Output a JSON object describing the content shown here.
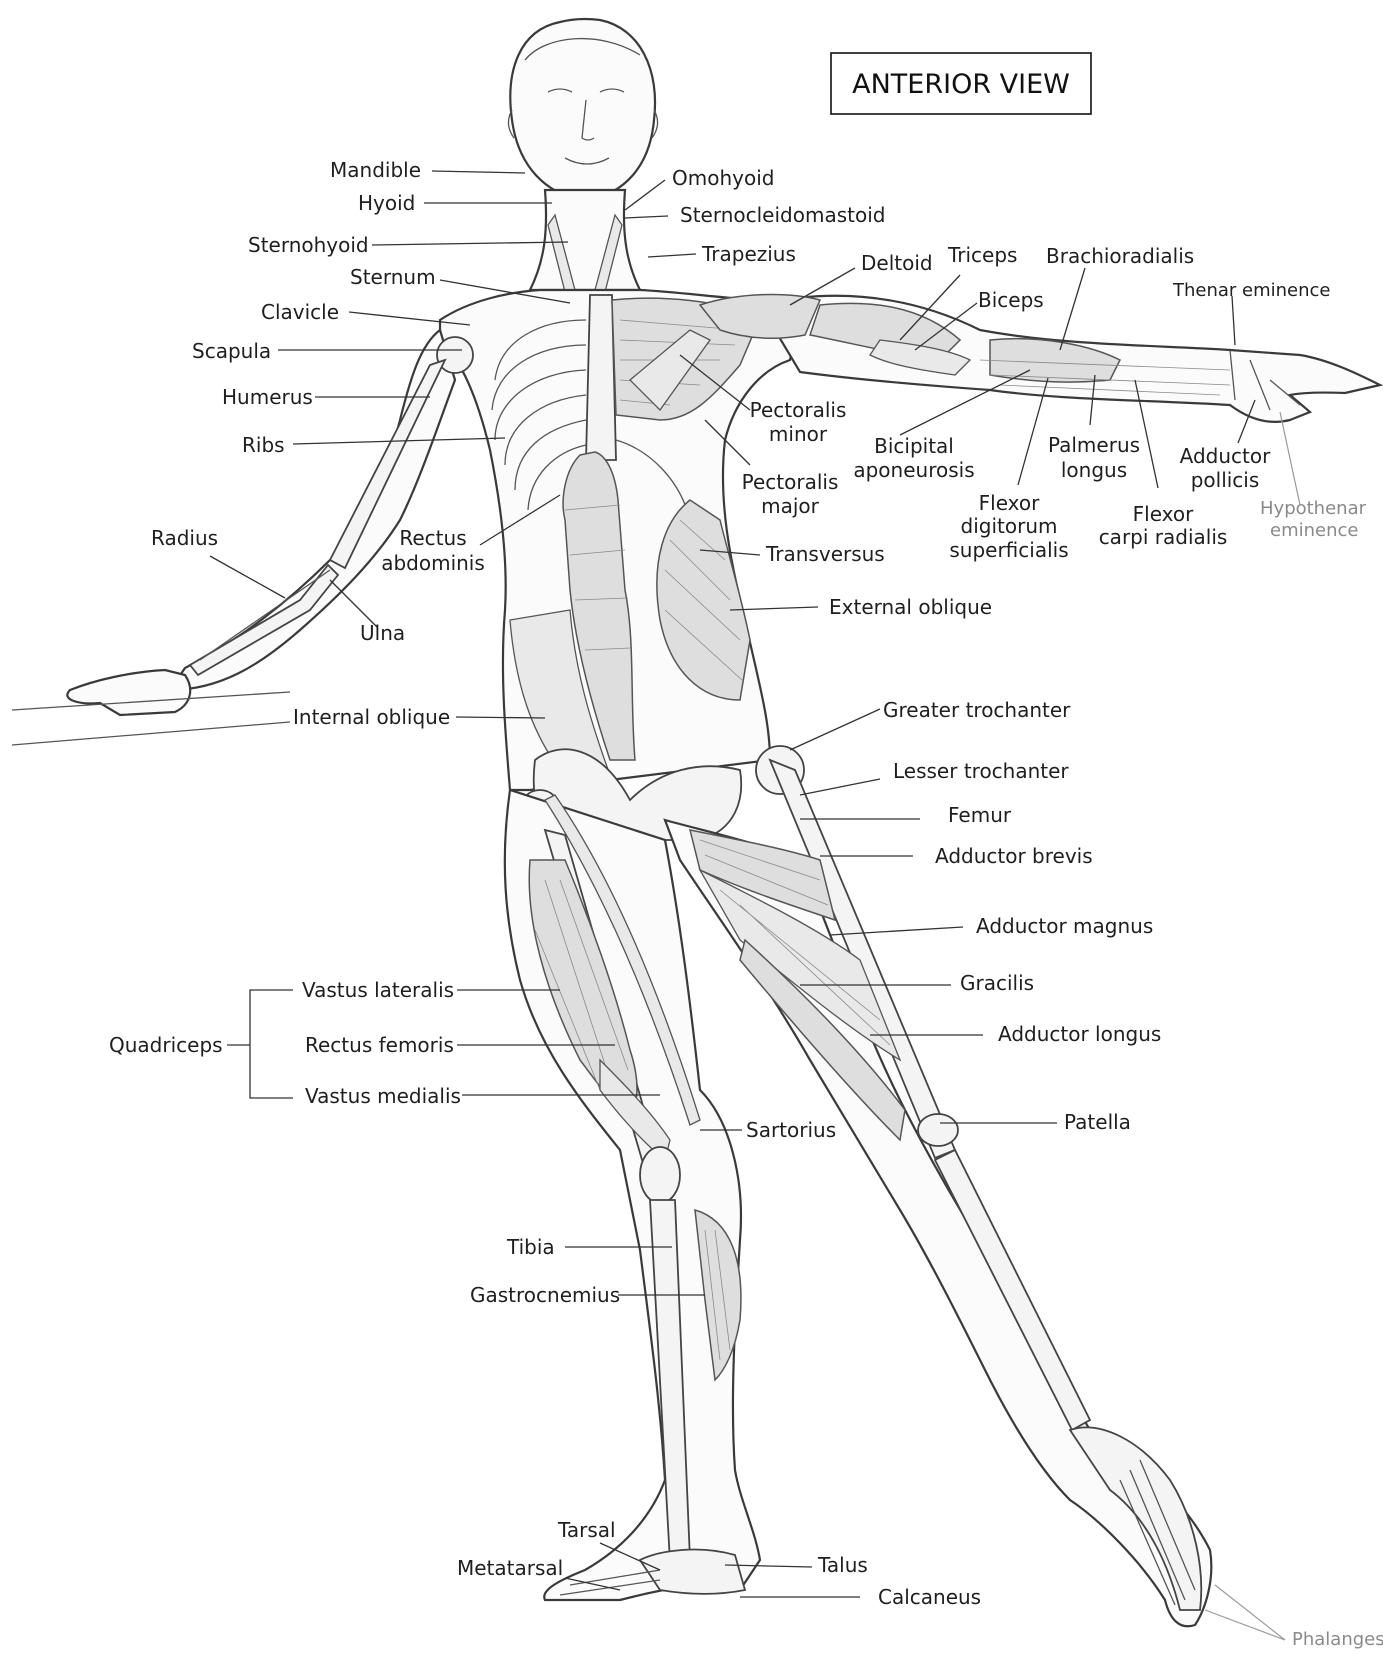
{
  "title": "ANTERIOR VIEW",
  "labels": {
    "mandible": "Mandible",
    "hyoid": "Hyoid",
    "sternohyoid": "Sternohyoid",
    "sternum": "Sternum",
    "clavicle": "Clavicle",
    "scapula": "Scapula",
    "humerus": "Humerus",
    "ribs": "Ribs",
    "radius": "Radius",
    "ulna": "Ulna",
    "rectus_abdominis_1": "Rectus",
    "rectus_abdominis_2": "abdominis",
    "internal_oblique": "Internal oblique",
    "omohyoid": "Omohyoid",
    "sternocleidomastoid": "Sternocleidomastoid",
    "trapezius": "Trapezius",
    "deltoid": "Deltoid",
    "triceps": "Triceps",
    "brachioradialis": "Brachioradialis",
    "thenar_eminence": "Thenar eminence",
    "biceps": "Biceps",
    "pectoralis_minor_1": "Pectoralis",
    "pectoralis_minor_2": "minor",
    "pectoralis_major_1": "Pectoralis",
    "pectoralis_major_2": "major",
    "bicipital_aponeurosis_1": "Bicipital",
    "bicipital_aponeurosis_2": "aponeurosis",
    "palmerus_longus_1": "Palmerus",
    "palmerus_longus_2": "longus",
    "adductor_pollicis_1": "Adductor",
    "adductor_pollicis_2": "pollicis",
    "hypothenar_eminence_1": "Hypothenar",
    "hypothenar_eminence_2": "eminence",
    "flexor_digitorum_1": "Flexor",
    "flexor_digitorum_2": "digitorum",
    "flexor_digitorum_3": "superficialis",
    "flexor_carpi_1": "Flexor",
    "flexor_carpi_2": "carpi radialis",
    "transversus": "Transversus",
    "external_oblique": "External oblique",
    "greater_trochanter": "Greater trochanter",
    "lesser_trochanter": "Lesser trochanter",
    "femur": "Femur",
    "adductor_brevis": "Adductor brevis",
    "adductor_magnus": "Adductor magnus",
    "gracilis": "Gracilis",
    "adductor_longus": "Adductor longus",
    "patella": "Patella",
    "quadriceps": "Quadriceps",
    "vastus_lateralis": "Vastus lateralis",
    "rectus_femoris": "Rectus femoris",
    "vastus_medialis": "Vastus medialis",
    "sartorius": "Sartorius",
    "tibia": "Tibia",
    "gastrocnemius": "Gastrocnemius",
    "tarsal": "Tarsal",
    "metatarsal": "Metatarsal",
    "talus": "Talus",
    "calcaneus": "Calcaneus",
    "phalanges": "Phalanges"
  }
}
